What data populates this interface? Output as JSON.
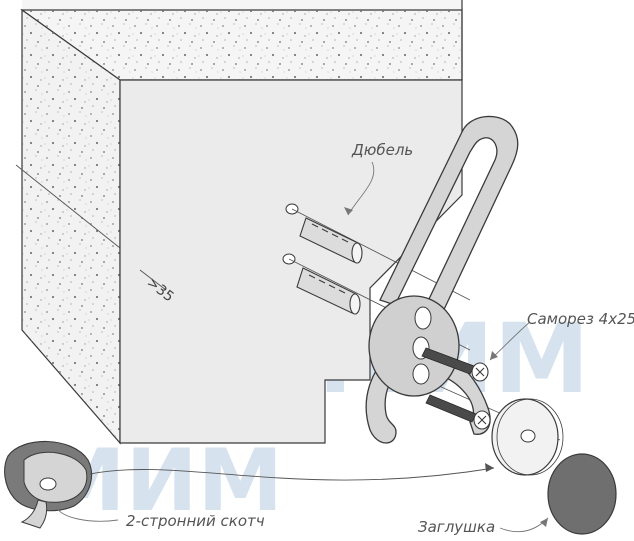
{
  "labels": {
    "dowel": "Дюбель",
    "screw": "Саморез 4х25",
    "tape": "2-стронний скотч",
    "cap": "Заглушка",
    "dimension": ">35"
  },
  "watermark": "МИМ",
  "colors": {
    "wall_front": "#ebebeb",
    "wall_side": "#f2f2f2",
    "wall_top": "#f5f5f5",
    "outline": "#3a3a3a",
    "hook_fill": "#d5d5d5",
    "metal_dark": "#6f6f6f",
    "watermark": "#d6e2ee"
  }
}
